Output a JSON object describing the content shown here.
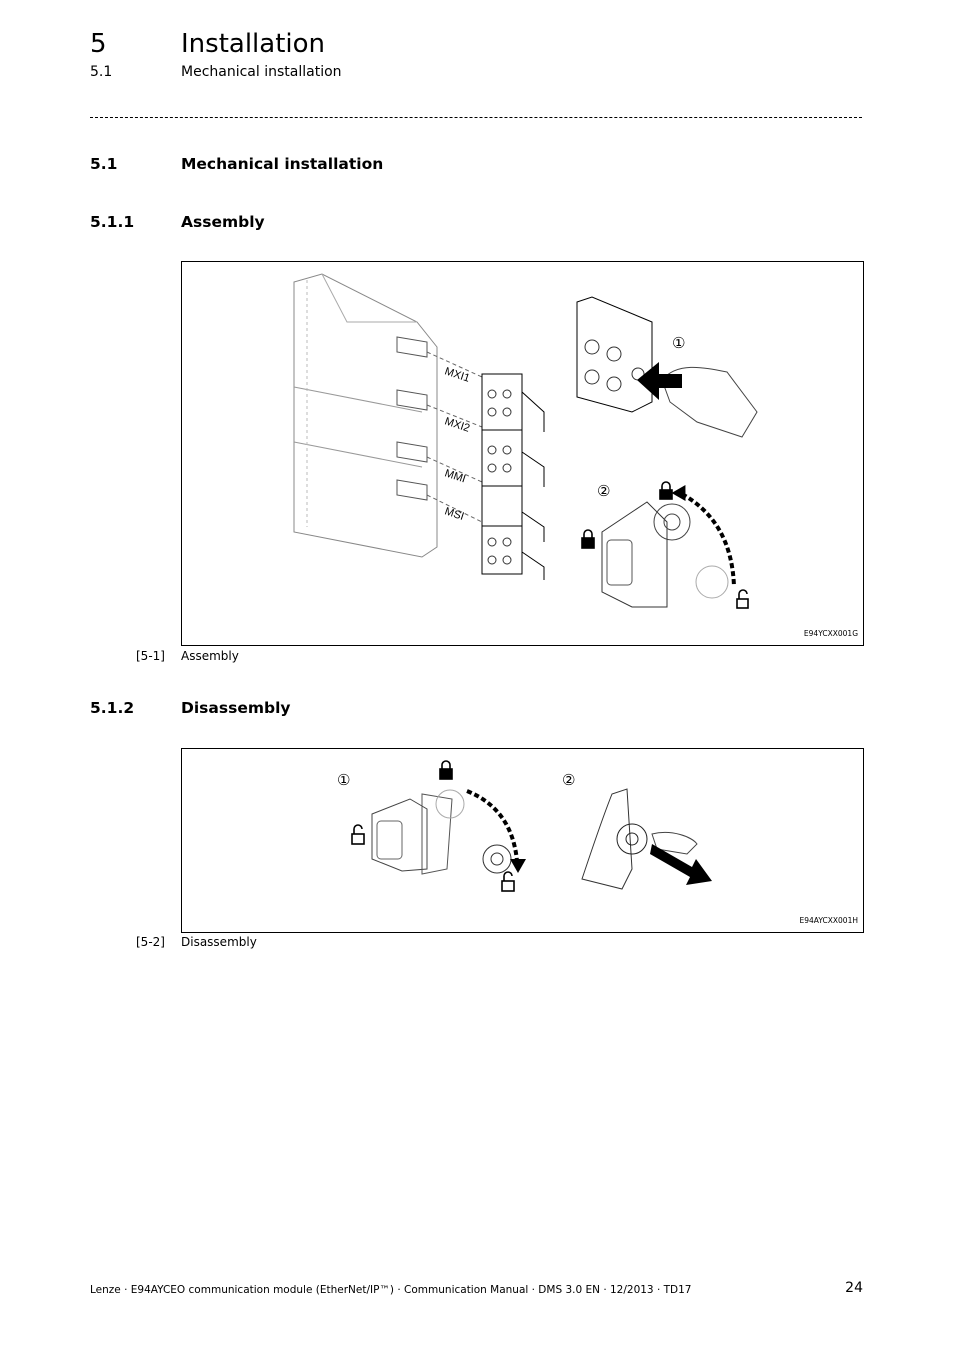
{
  "header": {
    "chapter_number": "5",
    "chapter_title": "Installation",
    "section_number": "5.1",
    "section_title": "Mechanical installation"
  },
  "sections": {
    "main": {
      "number": "5.1",
      "title": "Mechanical installation"
    },
    "assembly": {
      "number": "5.1.1",
      "title": "Assembly"
    },
    "disassembly": {
      "number": "5.1.2",
      "title": "Disassembly"
    }
  },
  "figures": {
    "assembly": {
      "code": "E94YCXX001G",
      "caption_number": "[5-1]",
      "caption_text": "Assembly",
      "slot_labels": [
        "MXI1",
        "MXI2",
        "MMI",
        "MSI"
      ],
      "step_markers": [
        "①",
        "②"
      ]
    },
    "disassembly": {
      "code": "E94AYCXX001H",
      "caption_number": "[5-2]",
      "caption_text": "Disassembly",
      "step_markers": [
        "①",
        "②"
      ]
    }
  },
  "footer": {
    "text": "Lenze · E94AYCEO communication module (EtherNet/IP™) · Communication Manual · DMS 3.0 EN · 12/2013 · TD17",
    "page_number": "24"
  }
}
